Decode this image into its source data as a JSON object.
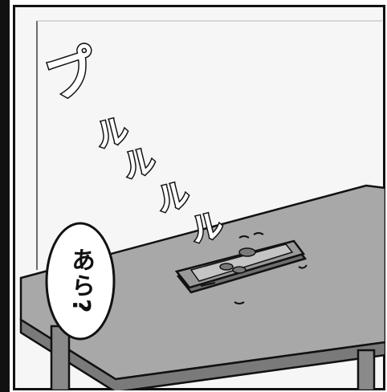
{
  "sound_effect": {
    "chars": [
      "プ",
      "ル",
      "ル",
      "ル",
      "ル"
    ]
  },
  "speech_bubble": {
    "text": "あら?"
  },
  "colors": {
    "ink": "#111111",
    "table_top": "#a8a8a8",
    "table_edge": "#7a7a7a",
    "table_leg": "#8a8a8a",
    "wall": "#f4f4f4",
    "phone_body": "#9a9a9a",
    "phone_screen": "#c4c4c4"
  },
  "icons": [
    "phone-icon"
  ]
}
